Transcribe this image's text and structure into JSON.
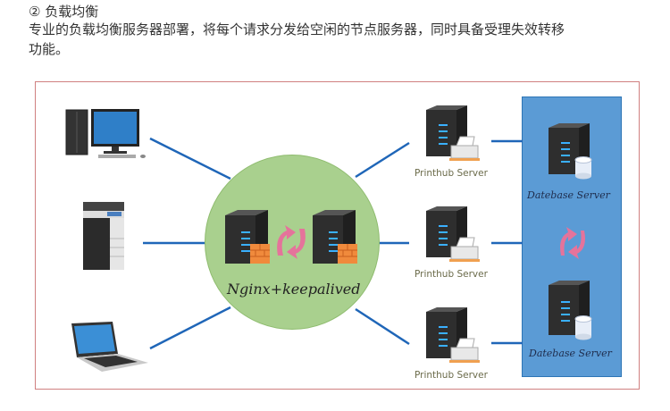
{
  "section": {
    "title": "② 负载均衡",
    "description": "专业的负载均衡服务器部署，将每个请求分发给空闲的节点服务器，同时具备受理失效转移功能。"
  },
  "diagram": {
    "clients": [
      {
        "name": "desktop-computer",
        "icon": "desktop-icon"
      },
      {
        "name": "multifunction-printer",
        "icon": "printer-copier-icon"
      },
      {
        "name": "laptop",
        "icon": "laptop-icon"
      }
    ],
    "load_balancer": {
      "label": "Nginx+keepalived",
      "servers": 2,
      "icon": "server-firewall-icon",
      "sync_icon": "failover-arrows-icon"
    },
    "print_servers": [
      {
        "label": "Printhub Server"
      },
      {
        "label": "Printhub Server"
      },
      {
        "label": "Printhub Server"
      }
    ],
    "database_servers": [
      {
        "label": "Datebase Server"
      },
      {
        "label": "Datebase Server"
      }
    ],
    "colors": {
      "link": "#1f66b8",
      "cluster_fill": "#a9d08e",
      "db_panel": "#5b9bd5",
      "frame": "#d08080",
      "sync_arrows": "#e5739b"
    }
  }
}
